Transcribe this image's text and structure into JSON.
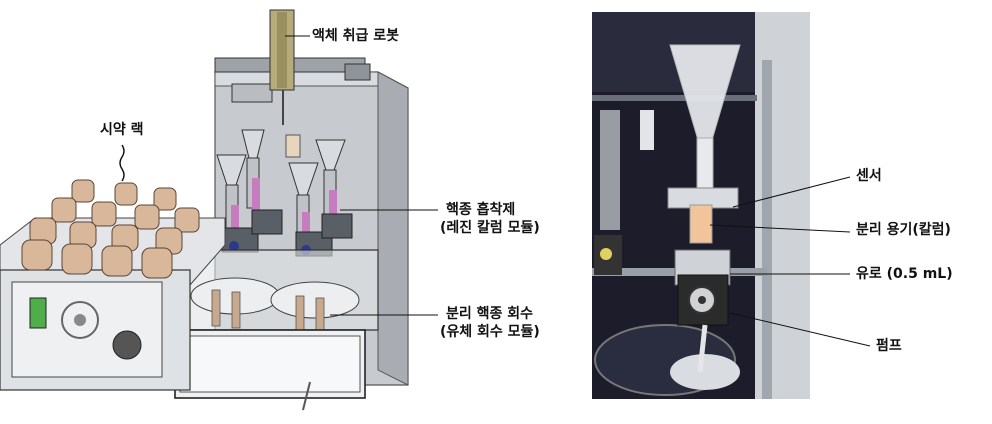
{
  "left_figure": {
    "labels": {
      "liquid_robot": "액체 취급 로봇",
      "reagent_rack": "시약 랙",
      "adsorbent_line1": "핵종 흡착제",
      "adsorbent_line2": "(레진 칼럼 모듈)",
      "recovery_line1": "분리 핵종 회수",
      "recovery_line2": "(유체 회수 모듈)"
    }
  },
  "right_figure": {
    "labels": {
      "sensor": "센서",
      "separation_vessel": "분리 용기(칼럼)",
      "flow_path": "유로 (0.5 mL)",
      "pump": "펌프"
    }
  },
  "colors": {
    "machine_gray": "#c9ccd0",
    "bottle_tan": "#d9b79a",
    "tube_pink": "#c77cc0",
    "photo_dark": "#1c1c2a",
    "label_text": "#111111"
  }
}
